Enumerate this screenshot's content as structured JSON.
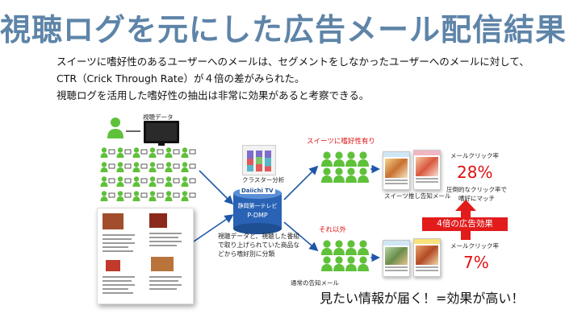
{
  "title": "視聴ログを元にした広告メール配信結果",
  "description": {
    "line1": "スイーツに嗜好性のあるユーザーへのメールは、セグメントをしなかったユーザーへのメールに対して、",
    "line2": "CTR（Crick Through Rate）が４倍の差がみられた。",
    "line3": "視聴ログを活用した嗜好性の抽出は非常に効果があると考察できる。"
  },
  "diagram": {
    "viewing_data_label": "視聴データ",
    "cluster_label": "クラスター分析",
    "db_logo": "Daiichi TV",
    "db_line1": "静岡第一テレビ",
    "db_line2": "P-DMP",
    "classify_note": [
      "視聴データと、視聴した番組",
      "で取り上げられていた商品な",
      "どから嗜好別に分類"
    ],
    "segment_sweets": "スイーツに嗜好性有り",
    "segment_other": "それ以外",
    "mail_sweets_caption": "スイーツ推し告知メール",
    "mail_normal_caption": "通常の告知メール",
    "click_rate_label_top": "メールクリック率",
    "click_rate_top": "28%",
    "click_note": [
      "圧倒的なクリック率で",
      "嗜好にマッチ"
    ],
    "effect_label": "4倍の広告効果",
    "click_rate_label_bottom": "メールクリック率",
    "click_rate_bottom": "7%"
  },
  "tagline": "見たい情報が届く！=効果が高い！",
  "colors": {
    "title": "#5e84a8",
    "accent_red": "#e01010",
    "person_green": "#5fc13a",
    "arrow_blue": "#1f57a8"
  }
}
